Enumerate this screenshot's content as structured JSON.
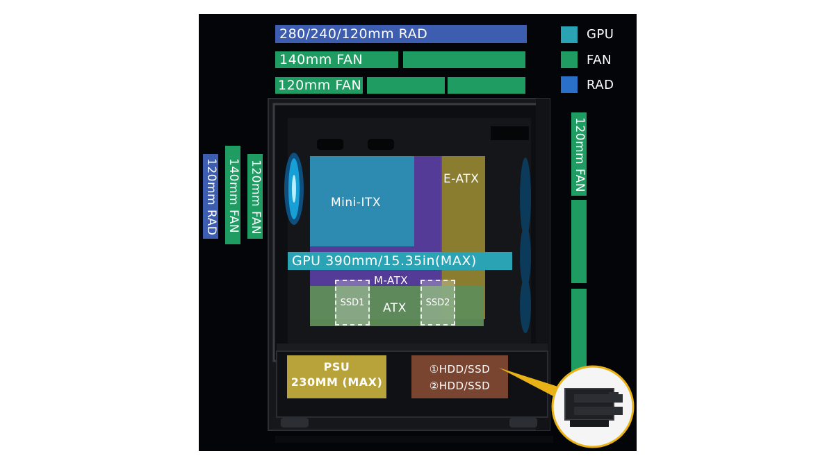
{
  "colors": {
    "gpu": "#2aa3b5",
    "fan": "#1f9c62",
    "rad": "#3d5eb0",
    "motherboard_itx": "#2a93b3",
    "motherboard_matx": "#5b3fa6",
    "motherboard_eatx": "#9a8a34",
    "motherboard_atx": "#5f8d57",
    "psu": "#b8a23a",
    "hdd": "#7a4530",
    "background": "#030509"
  },
  "legend": [
    {
      "label": "GPU",
      "color": "#2aa3b5"
    },
    {
      "label": "FAN",
      "color": "#1f9c62"
    },
    {
      "label": "RAD",
      "color": "#2a6fc8"
    }
  ],
  "top_support": {
    "rad": "280/240/120mm RAD",
    "fan140": "140mm FAN",
    "fan120": "120mm FAN"
  },
  "front_support": {
    "rad": "120mm RAD",
    "fan140": "140mm FAN",
    "fan120": "120mm FAN"
  },
  "rear_support": {
    "fan120": "120mm FAN"
  },
  "motherboards": {
    "mini_itx": "Mini-ITX",
    "e_atx": "E-ATX",
    "m_atx": "M-ATX",
    "atx": "ATX"
  },
  "gpu_clearance": "GPU 390mm/15.35in(MAX)",
  "ssd": {
    "ssd1": "SSD1",
    "ssd2": "SSD2"
  },
  "psu": {
    "line1": "PSU",
    "line2": "230MM (MAX)"
  },
  "drives": {
    "line1": "①HDD/SSD",
    "line2": "②HDD/SSD"
  }
}
